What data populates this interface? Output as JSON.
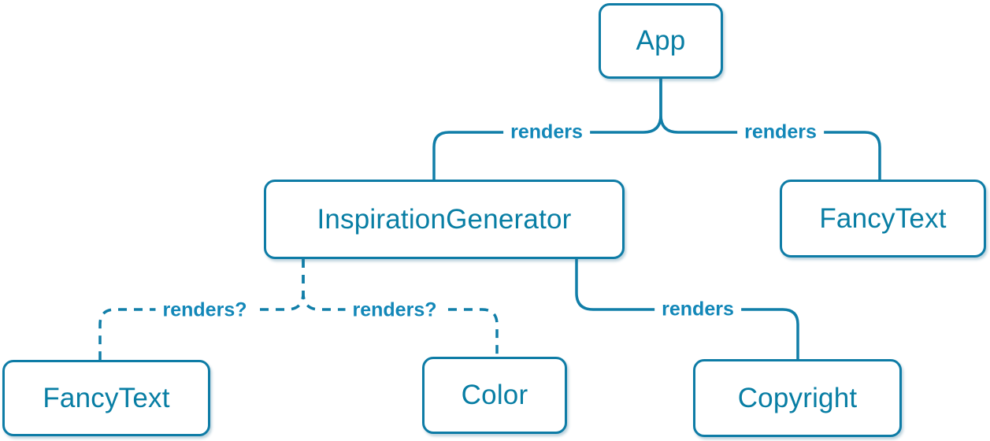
{
  "diagram": {
    "nodes": {
      "app": {
        "label": "App"
      },
      "inspiration_generator": {
        "label": "InspirationGenerator"
      },
      "fancy_text_top": {
        "label": "FancyText"
      },
      "fancy_text_bottom": {
        "label": "FancyText"
      },
      "color": {
        "label": "Color"
      },
      "copyright": {
        "label": "Copyright"
      }
    },
    "edges": {
      "app_inspiration": {
        "label": "renders",
        "style": "solid"
      },
      "app_fancytext": {
        "label": "renders",
        "style": "solid"
      },
      "inspiration_copyright": {
        "label": "renders",
        "style": "solid"
      },
      "inspiration_fancytext": {
        "label": "renders?",
        "style": "dashed"
      },
      "inspiration_color": {
        "label": "renders?",
        "style": "dashed"
      }
    },
    "colors": {
      "node_text": "#087ea4",
      "node_border": "#0e7ca6",
      "edge_stroke": "#117ea8",
      "edge_label": "#1287b8",
      "node_background": "#ffffff",
      "page_background": "#ffffff"
    }
  }
}
